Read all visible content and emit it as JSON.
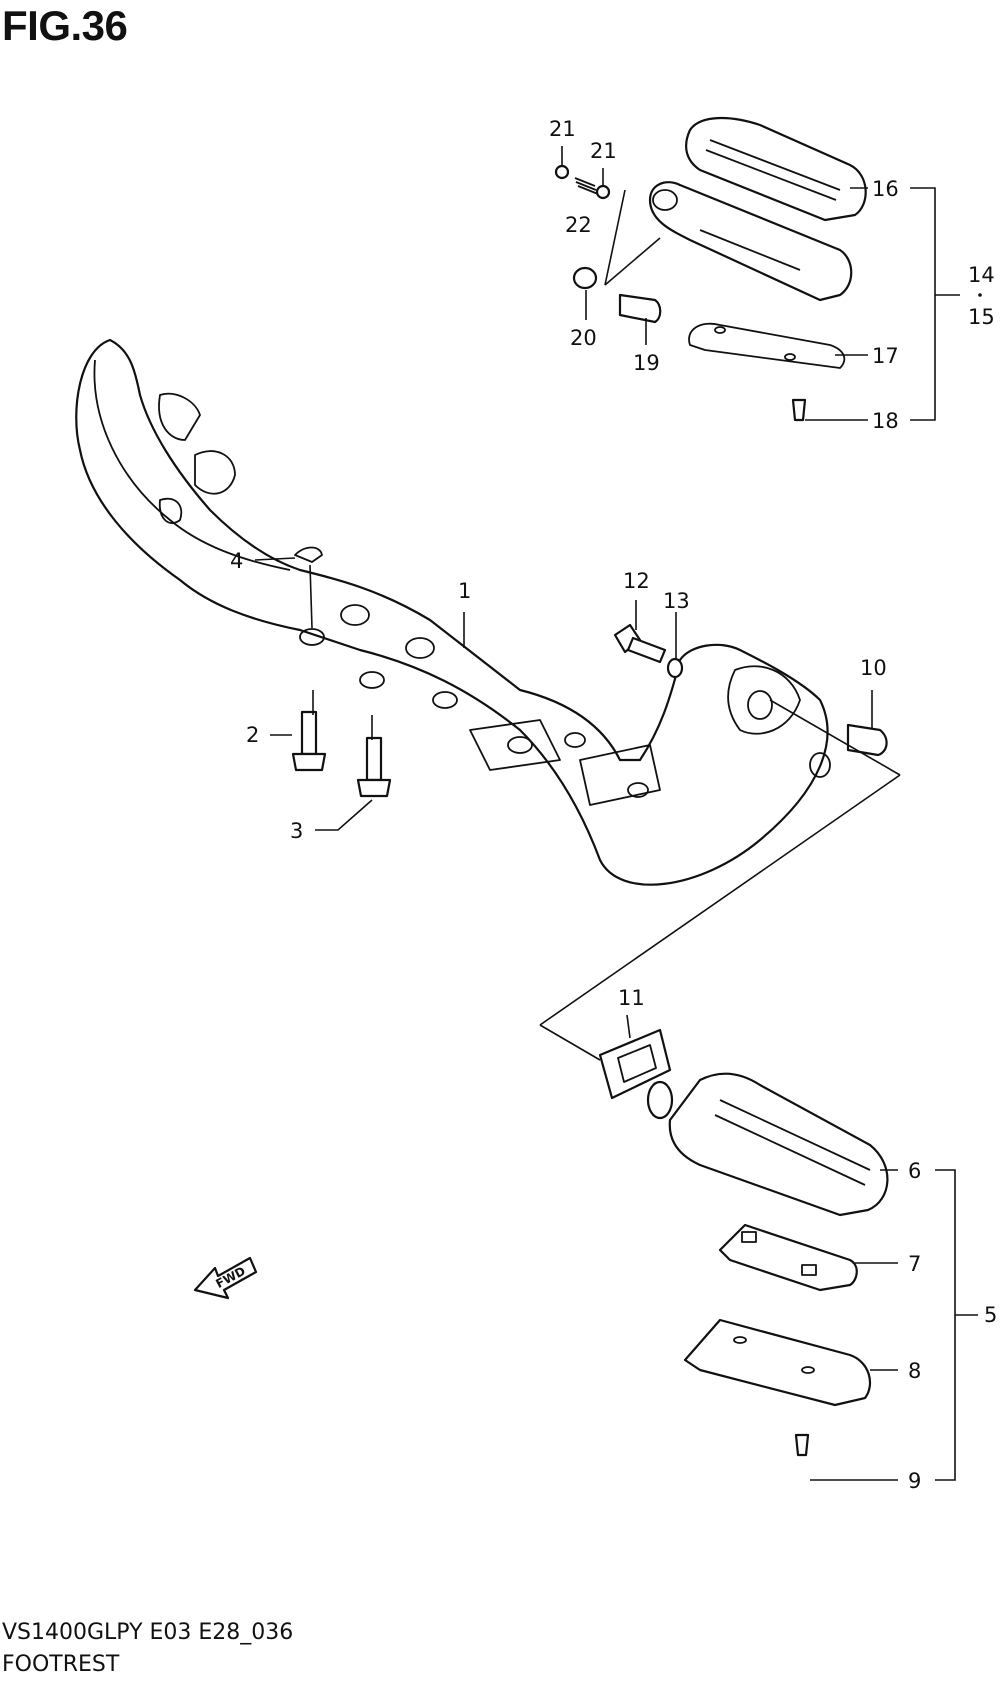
{
  "figure": {
    "title": "FIG.36"
  },
  "footer": {
    "model": "VS1400GLPY E03 E28_036",
    "name": "FOOTREST"
  },
  "callouts": {
    "c1": "1",
    "c2": "2",
    "c3": "3",
    "c4": "4",
    "c5": "5",
    "c6": "6",
    "c7": "7",
    "c8": "8",
    "c9": "9",
    "c10": "10",
    "c11": "11",
    "c12": "12",
    "c13": "13",
    "c14": "14",
    "c15": "15",
    "c16": "16",
    "c17": "17",
    "c18": "18",
    "c19": "19",
    "c20": "20",
    "c21a": "21",
    "c21b": "21",
    "c22": "22"
  },
  "fwd_label": "FWD"
}
